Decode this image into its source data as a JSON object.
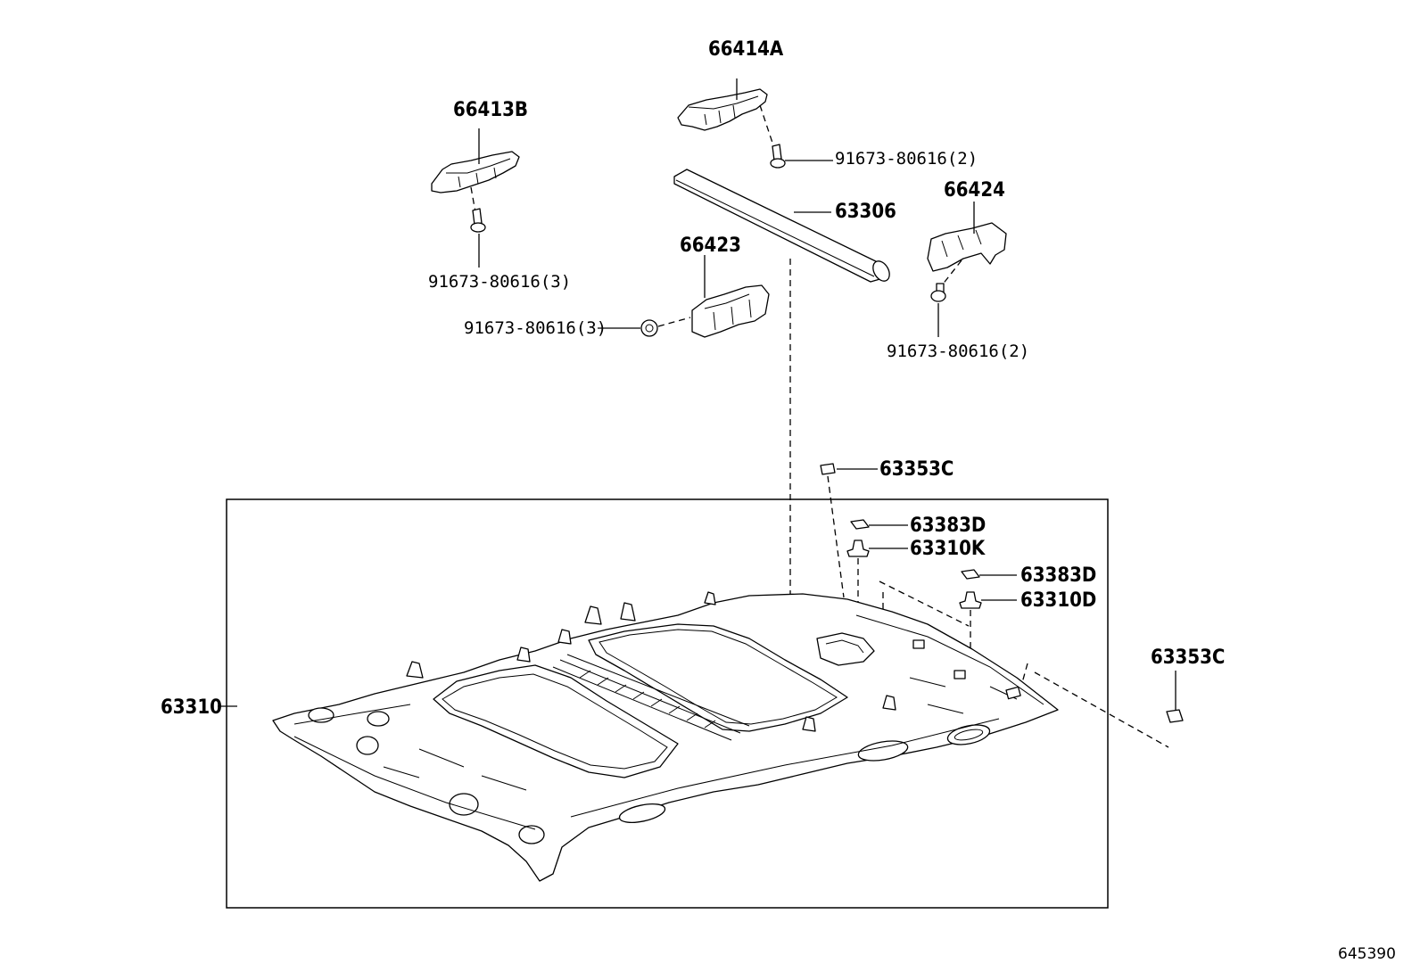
{
  "diagram": {
    "labels": {
      "p66414A": "66414A",
      "p66413B": "66413B",
      "p63306": "63306",
      "p66424": "66424",
      "p66423": "66423",
      "bolt_a": "91673-80616(2)",
      "bolt_b": "91673-80616(3)",
      "bolt_c": "91673-80616(3)",
      "bolt_d": "91673-80616(2)",
      "p63353C_top": "63353C",
      "p63383D_a": "63383D",
      "p63310K": "63310K",
      "p63383D_b": "63383D",
      "p63310D": "63310D",
      "p63353C_right": "63353C",
      "p63310": "63310"
    },
    "reference_number": "645390"
  }
}
